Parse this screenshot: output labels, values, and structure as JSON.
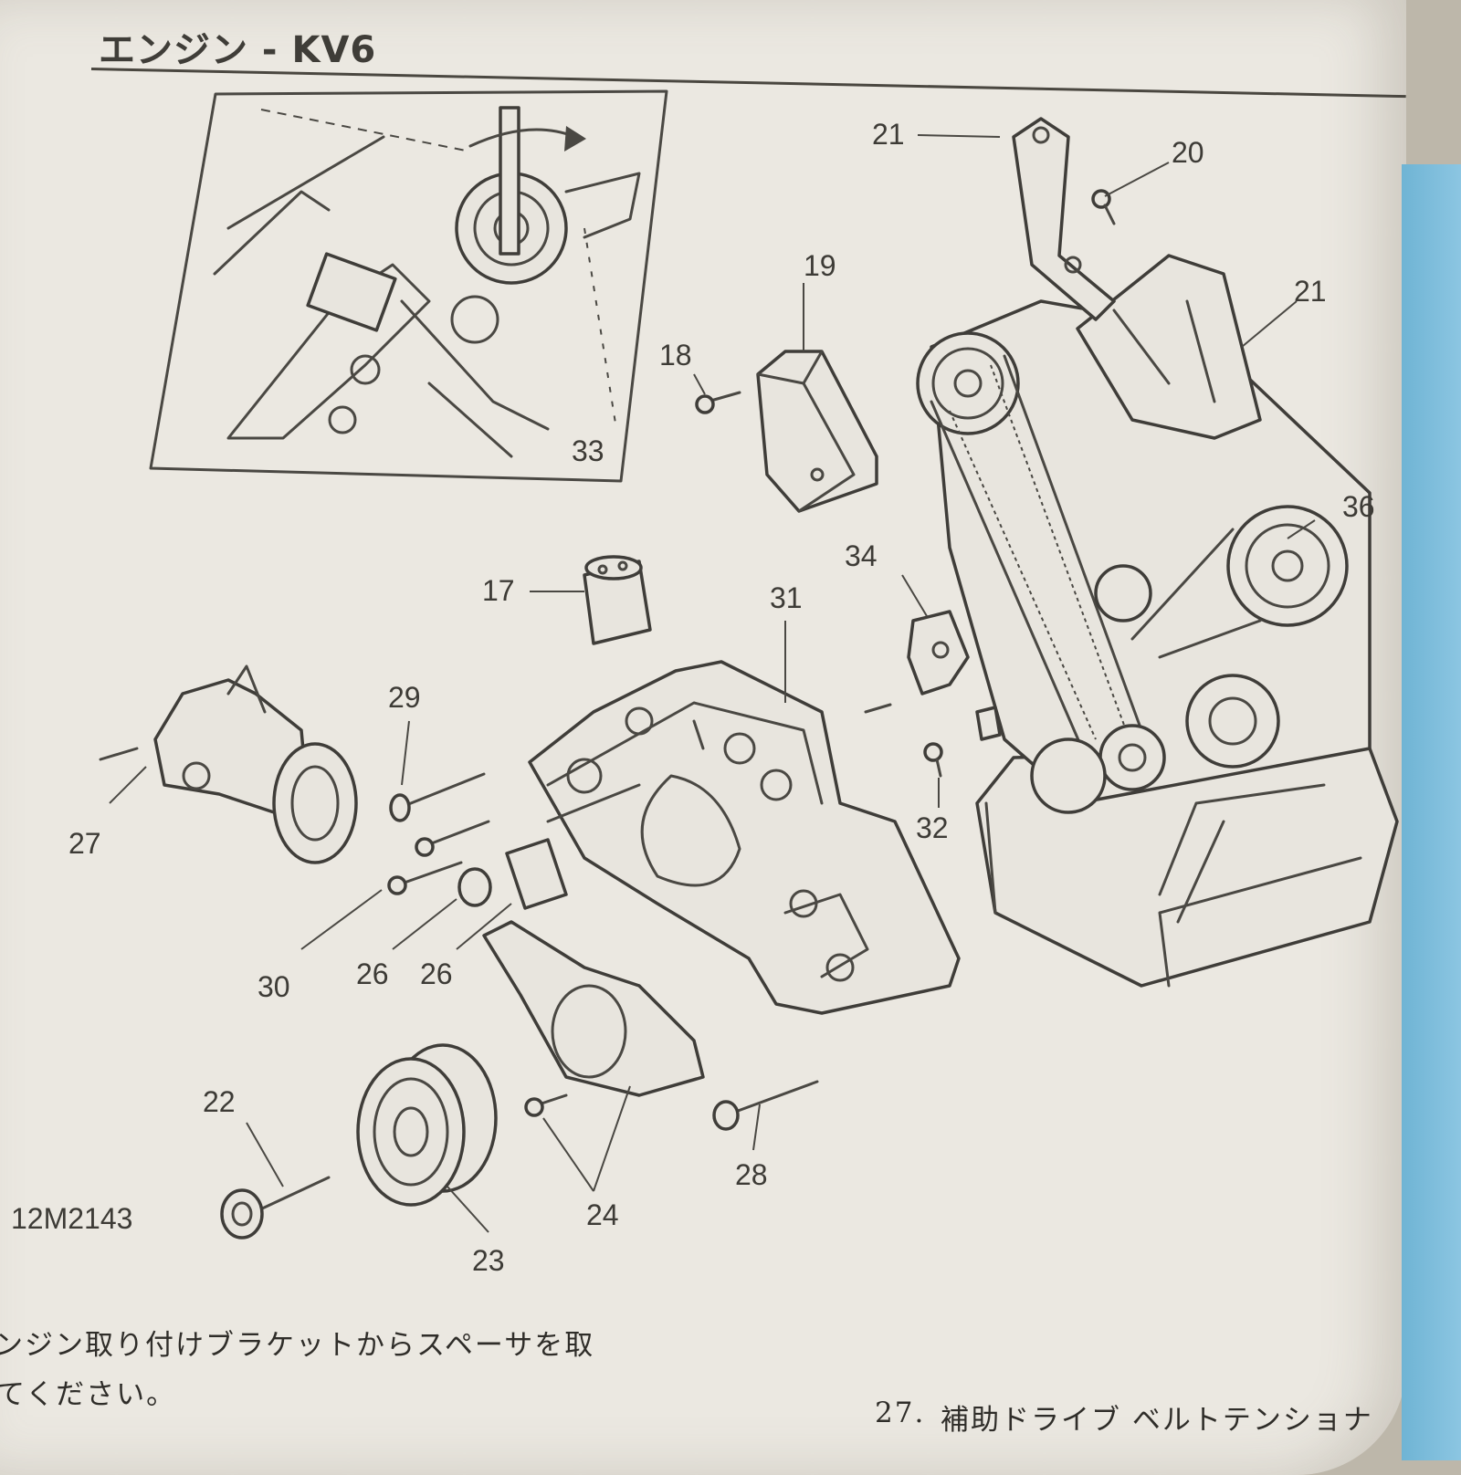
{
  "header": {
    "title": "エンジン - KV6"
  },
  "figure": {
    "code": "12M2143",
    "callouts": [
      {
        "id": "c21a",
        "label": "21"
      },
      {
        "id": "c20",
        "label": "20"
      },
      {
        "id": "c19",
        "label": "19"
      },
      {
        "id": "c18",
        "label": "18"
      },
      {
        "id": "c21b",
        "label": "21"
      },
      {
        "id": "c33",
        "label": "33"
      },
      {
        "id": "c36",
        "label": "36"
      },
      {
        "id": "c34",
        "label": "34"
      },
      {
        "id": "c17",
        "label": "17"
      },
      {
        "id": "c31",
        "label": "31"
      },
      {
        "id": "c29",
        "label": "29"
      },
      {
        "id": "c27",
        "label": "27"
      },
      {
        "id": "c32",
        "label": "32"
      },
      {
        "id": "c30",
        "label": "30"
      },
      {
        "id": "c26a",
        "label": "26"
      },
      {
        "id": "c26b",
        "label": "26"
      },
      {
        "id": "c22",
        "label": "22"
      },
      {
        "id": "c24",
        "label": "24"
      },
      {
        "id": "c28",
        "label": "28"
      },
      {
        "id": "c23",
        "label": "23"
      }
    ]
  },
  "body_text": {
    "line1": "ンジン取り付けブラケットからスペーサを取",
    "line2": "てください。",
    "step27_number": "27.",
    "step27_text": "補助ドライブ ベルトテンショナ"
  }
}
